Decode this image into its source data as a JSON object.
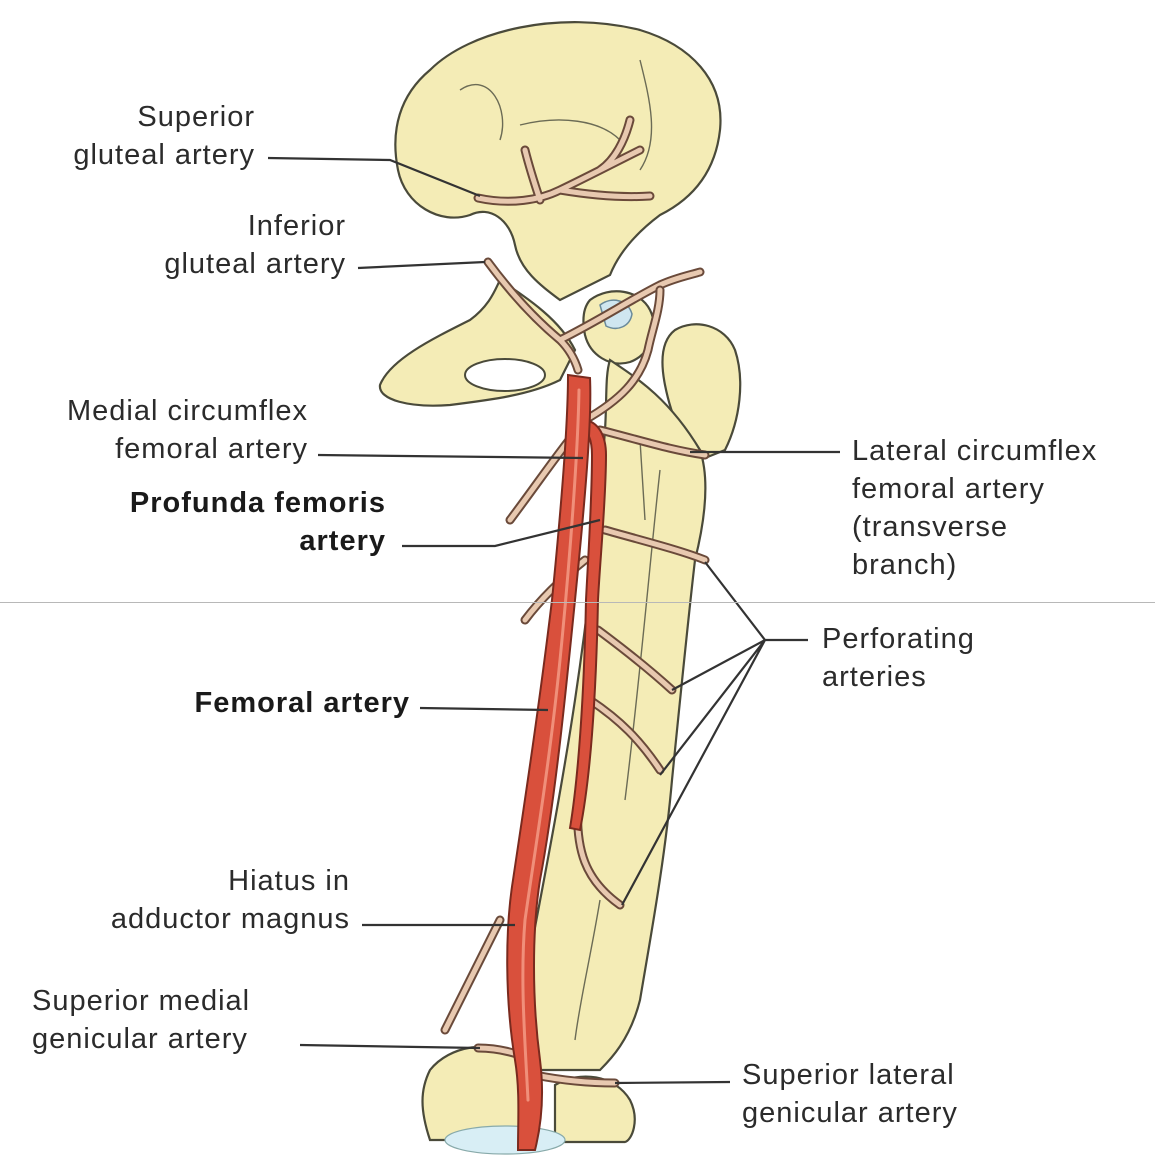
{
  "labels": {
    "superior_gluteal": [
      "Superior",
      "gluteal artery"
    ],
    "inferior_gluteal": [
      "Inferior",
      "gluteal artery"
    ],
    "medial_circumflex": [
      "Medial circumflex",
      "femoral artery"
    ],
    "profunda_femoris": [
      "Profunda femoris",
      "artery"
    ],
    "lateral_circumflex": [
      "Lateral circumflex",
      "femoral artery",
      "(transverse",
      "branch)"
    ],
    "perforating": [
      "Perforating",
      "arteries"
    ],
    "femoral": [
      "Femoral artery"
    ],
    "hiatus": [
      "Hiatus in",
      "adductor magnus"
    ],
    "superior_medial_genicular": [
      "Superior medial",
      "genicular artery"
    ],
    "superior_lateral_genicular": [
      "Superior lateral",
      "genicular artery"
    ]
  },
  "colors": {
    "bone": "#f4ecb6",
    "artery": "#d9503c",
    "branch": "#e8c9b0",
    "leader": "#333333"
  }
}
